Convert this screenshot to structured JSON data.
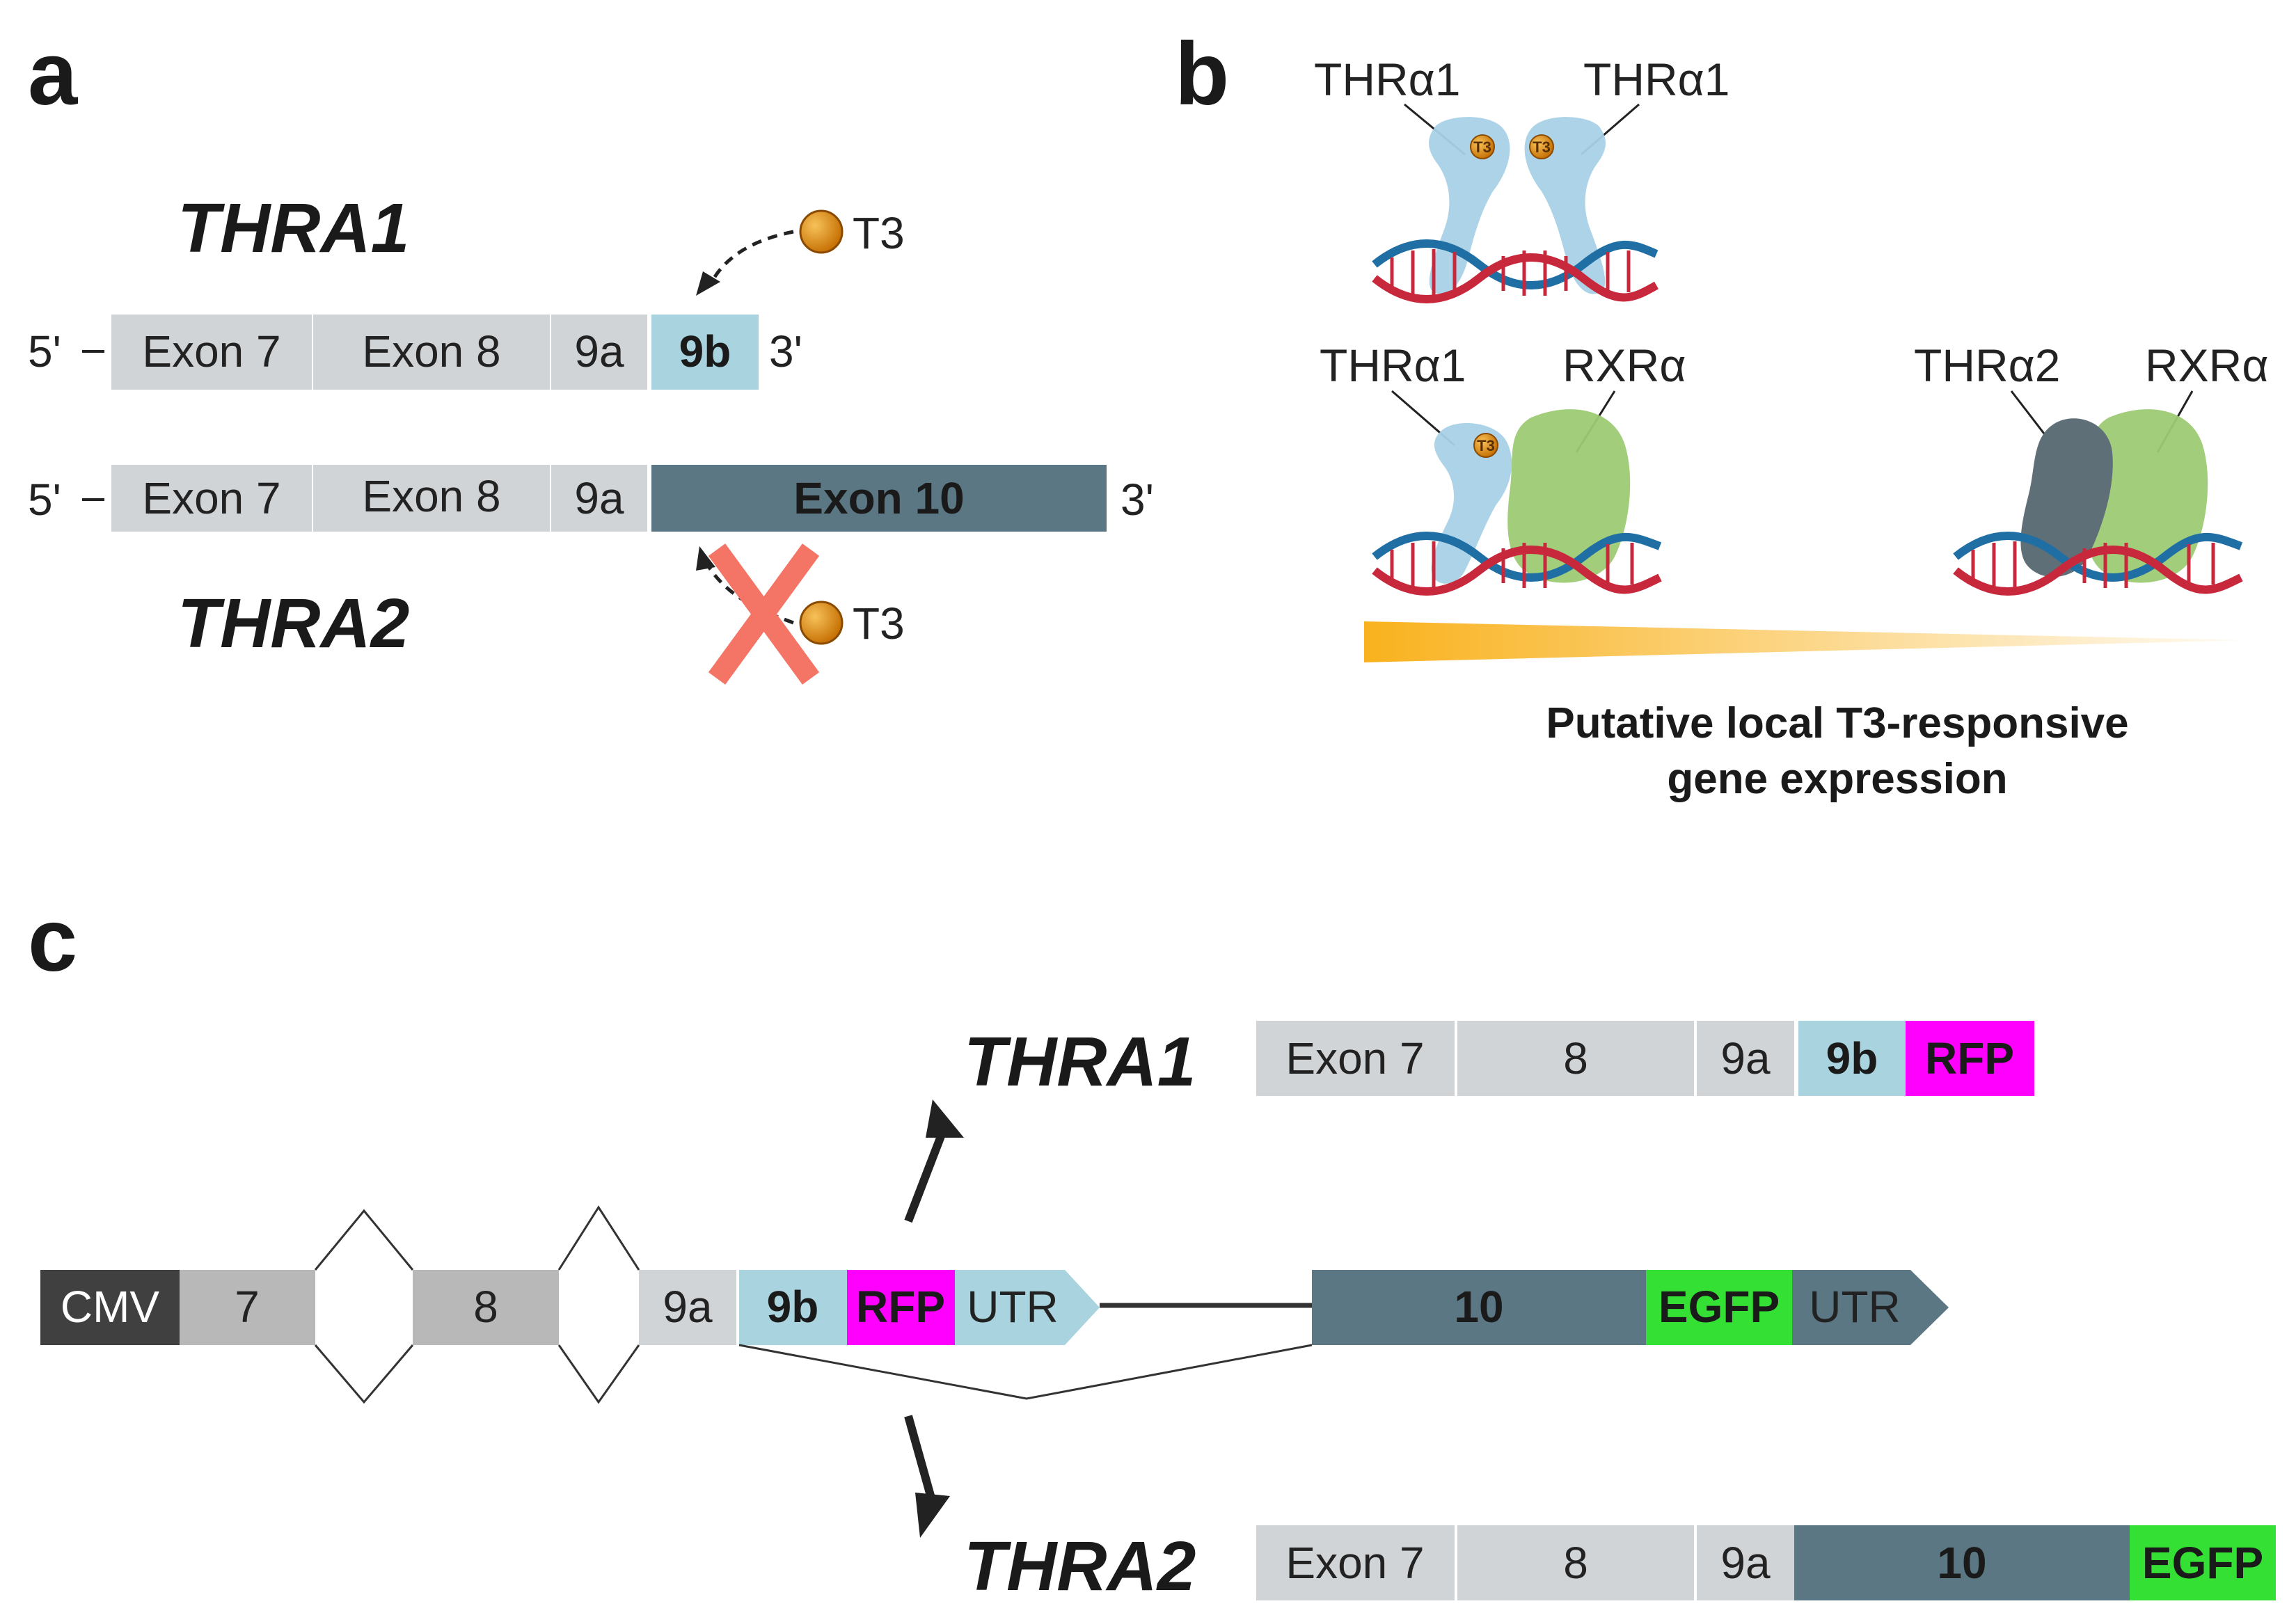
{
  "colors": {
    "exon_light": "#d0d4d7",
    "exon_mid": "#b8b8b8",
    "exon_9b": "#a9d4df",
    "exon_10": "#5c7784",
    "cmv": "#404040",
    "rfp": "#ff00ff",
    "egfp": "#33e033",
    "t3_ball": "#e08a10",
    "cross": "#f47565",
    "thra1_protein": "#a8d1e6",
    "thra2_protein": "#5e6f78",
    "rxr_protein": "#9dca74",
    "dna_red": "#c8283c",
    "dna_blue": "#1f6fa5",
    "gradient": "#f9b21e"
  },
  "panel_a": {
    "letter": "a",
    "thra1_title": "THRA1",
    "thra2_title": "THRA2",
    "five_prime": "5'",
    "three_prime": "3'",
    "t3_label": "T3",
    "thra1_exons": [
      "Exon 7",
      "Exon 8",
      "9a",
      "9b"
    ],
    "thra2_exons": [
      "Exon 7",
      "Exon 8",
      "9a",
      "Exon 10"
    ]
  },
  "panel_b": {
    "letter": "b",
    "top_left_label": "THRα1",
    "top_right_label": "THRα1",
    "mid_left_label": "THRα1",
    "mid_right_label": "RXRα",
    "right_left_label": "THRα2",
    "right_right_label": "RXRα",
    "t3_small": "T3",
    "caption_line1": "Putative local T3-responsive",
    "caption_line2": "gene expression"
  },
  "panel_c": {
    "letter": "c",
    "thra1_title": "THRA1",
    "thra2_title": "THRA2",
    "construct": [
      "CMV",
      "7",
      "8",
      "9a",
      "9b",
      "RFP",
      "UTR",
      "10",
      "EGFP",
      "UTR"
    ],
    "thra1_product": [
      "Exon 7",
      "8",
      "9a",
      "9b",
      "RFP"
    ],
    "thra2_product": [
      "Exon 7",
      "8",
      "9a",
      "10",
      "EGFP"
    ]
  }
}
